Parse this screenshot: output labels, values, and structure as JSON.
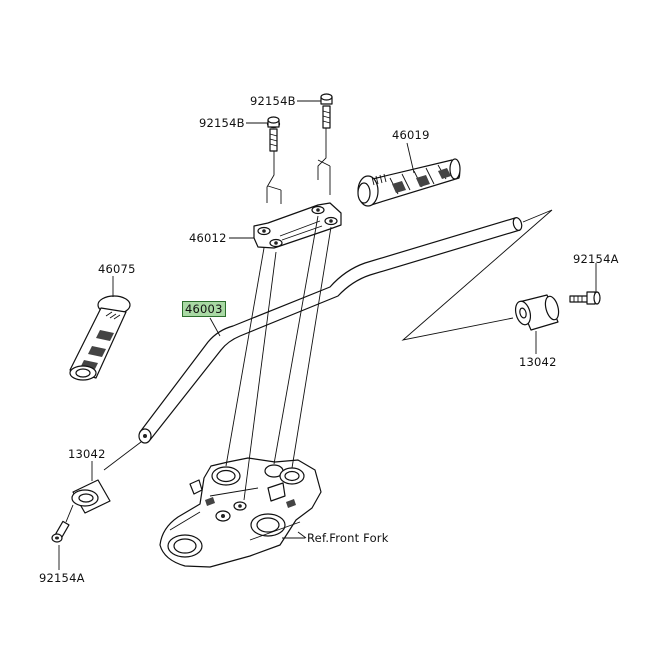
{
  "labels": {
    "bolt_top_b1": "92154B",
    "bolt_top_b2": "92154B",
    "grip_right": "46019",
    "holder": "46012",
    "grip_left": "46075",
    "handlebar": "46003",
    "bolt_right_a": "92154A",
    "weight_right": "13042",
    "weight_left": "13042",
    "bolt_left_a": "92154A",
    "ref_front_fork": "Ref.Front Fork"
  },
  "colors": {
    "highlight": "#a9d9a4",
    "line": "#111111"
  }
}
